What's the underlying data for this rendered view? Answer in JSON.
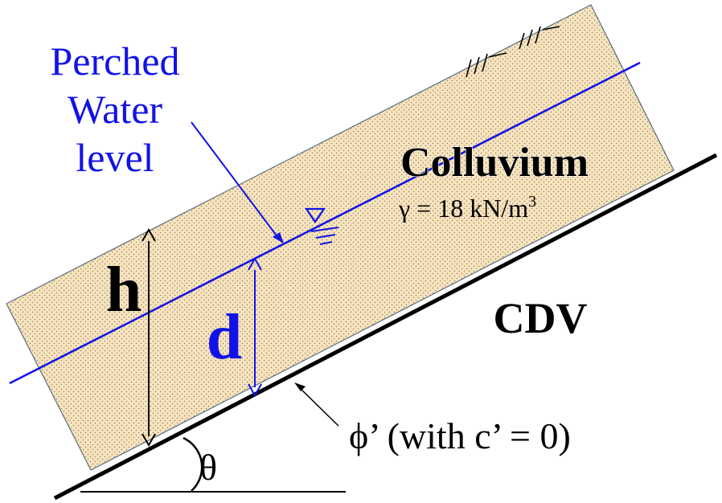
{
  "labels": {
    "water_title_line1": "Perched",
    "water_title_line2": "Water",
    "water_title_line3": "level",
    "layer_name": "Colluvium",
    "unit_weight": "γ = 18 kN/m",
    "unit_weight_exponent": "3",
    "bedrock_name": "CDV",
    "total_thickness_symbol": "h",
    "water_depth_symbol": "d",
    "interface_strength": "ϕ’ (with c’ = 0)",
    "slope_angle_symbol": "θ"
  },
  "colors": {
    "soil_fill": "#f7e3bc",
    "soil_dots": "#8a7d68",
    "water_blue": "#1212e6",
    "line_black": "#000000",
    "soil_outline": "#5a6d80"
  },
  "icons": {
    "water_table_symbol": "inverted-triangle-with-dashes",
    "ground_surface_hatch": "hatch-marks"
  }
}
